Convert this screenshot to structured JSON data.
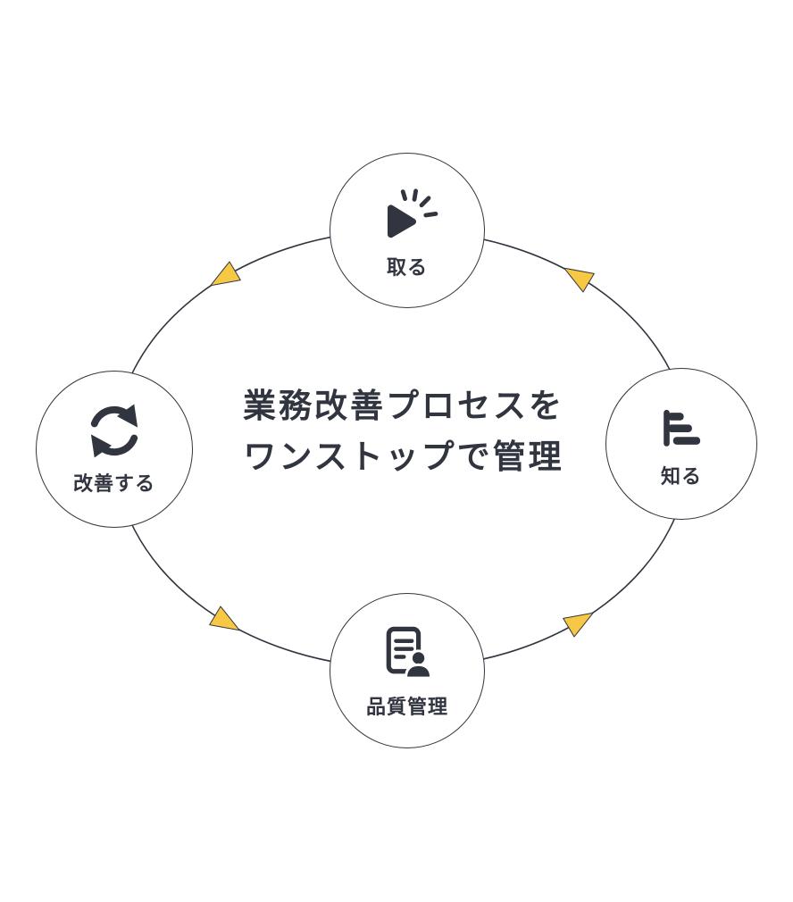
{
  "diagram": {
    "center_title": {
      "line1": "業務改善プロセスを",
      "line2": "ワンストップで管理"
    },
    "nodes": [
      {
        "label": "取る",
        "icon": "click-play-icon",
        "position": "top"
      },
      {
        "label": "知る",
        "icon": "bar-chart-icon",
        "position": "right"
      },
      {
        "label": "品質管理",
        "icon": "document-person-icon",
        "position": "bottom"
      },
      {
        "label": "改善する",
        "icon": "refresh-arrows-icon",
        "position": "left"
      }
    ],
    "flow": {
      "arrow_count": 4,
      "direction": "counter-clockwise"
    }
  },
  "colors": {
    "ink": "#31353f",
    "arrow": "#f7c843",
    "background": "#ffffff",
    "node_fill": "#ffffff"
  }
}
